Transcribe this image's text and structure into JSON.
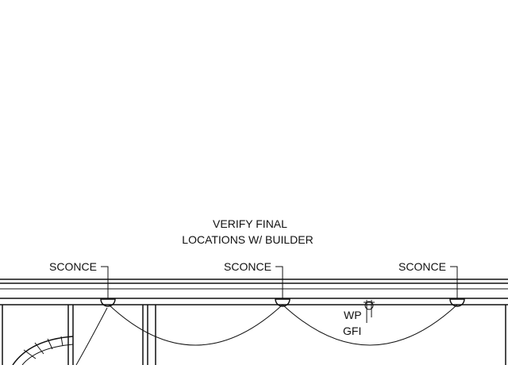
{
  "notes": {
    "verify_line1": "VERIFY FINAL",
    "verify_line2": "LOCATIONS W/ BUILDER"
  },
  "sconces": [
    {
      "label": "SCONCE"
    },
    {
      "label": "SCONCE"
    },
    {
      "label": "SCONCE"
    }
  ],
  "outlet": {
    "line1": "WP",
    "line2": "GFI"
  }
}
